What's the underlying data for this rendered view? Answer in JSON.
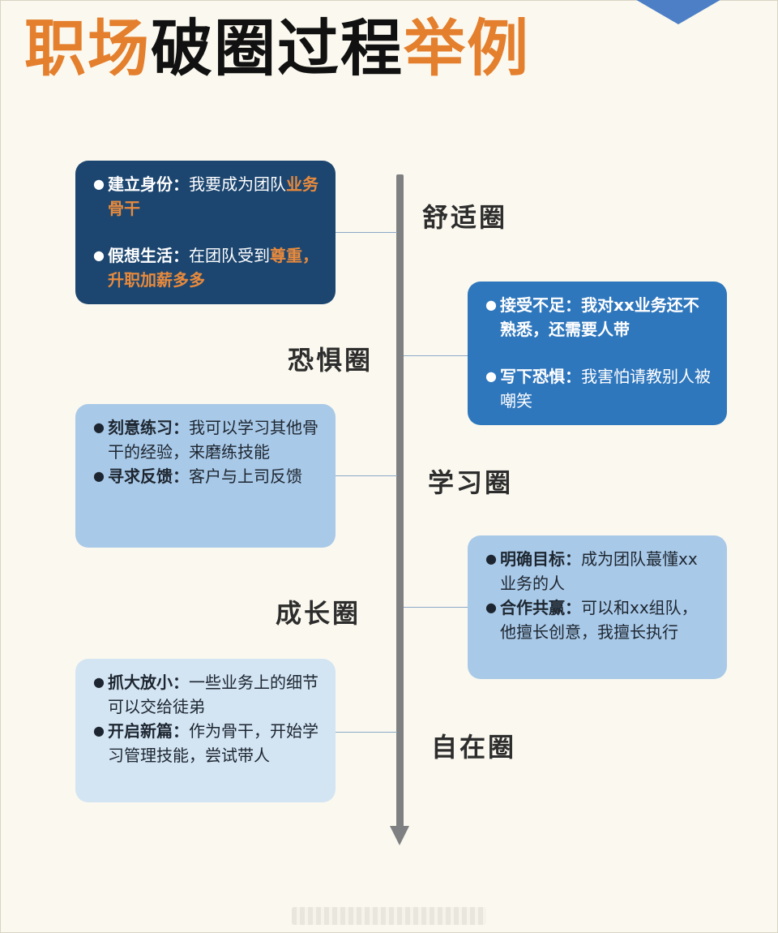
{
  "title": {
    "part1": "职场",
    "part2": "破圈过程",
    "part3": "举例"
  },
  "stages": {
    "comfort": "舒适圈",
    "fear": "恐惧圈",
    "learning": "学习圈",
    "growth": "成长圈",
    "freedom": "自在圈"
  },
  "cards": {
    "comfort": {
      "b1_key": "建立身份：",
      "b1_text": "我要成为团队",
      "b1_hl": "业务骨干",
      "b2_key": "假想生活：",
      "b2_text": "在团队受到",
      "b2_hl1": "尊重",
      "b2_sep": "，",
      "b2_hl2": "升职加薪多多"
    },
    "fear": {
      "b1_key": "接受不足：",
      "b1_text": "我对xx业务还不熟悉，还需要人带",
      "b2_key": "写下恐惧：",
      "b2_text": "我害怕请教别人被嘲笑"
    },
    "learning": {
      "b1_key": "刻意练习：",
      "b1_text": "我可以学习其他骨干的经验，来磨练技能",
      "b2_key": "寻求反馈：",
      "b2_text": "客户与上司反馈"
    },
    "growth": {
      "b1_key": "明确目标：",
      "b1_text": "成为团队蕞懂xx业务的人",
      "b2_key": "合作共赢：",
      "b2_text": "可以和xx组队，他擅长创意，我擅长执行"
    },
    "freedom": {
      "b1_key": "抓大放小：",
      "b1_text": "一些业务上的细节可以交给徒弟",
      "b2_key": "开启新篇：",
      "b2_text": "作为骨干，开始学习管理技能，尝试带人"
    }
  },
  "bullet_char": "●",
  "colors": {
    "title_orange": "#e47f2e",
    "card_dark": "#1c4670",
    "card_mid": "#2f77bd",
    "card_light": "#a9c9e8",
    "card_pale": "#d3e4f3",
    "axis": "#7f8081"
  }
}
